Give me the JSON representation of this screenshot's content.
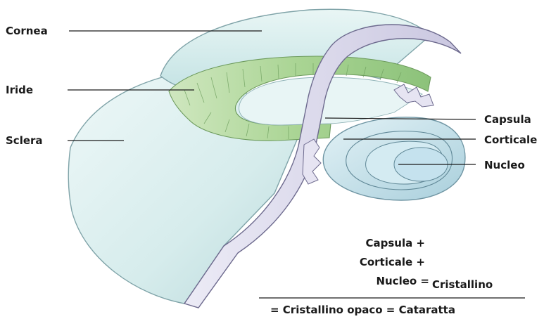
{
  "labels": {
    "cornea": "Cornea",
    "iride": "Iride",
    "sclera": "Sclera",
    "capsula": "Capsula",
    "corticale": "Corticale",
    "nucleo": "Nucleo"
  },
  "formula": {
    "line1": "Capsula +",
    "line2": "Corticale +",
    "line3": "Nucleo =",
    "result": "Cristallino",
    "bottom": "= Cristallino opaco = Cataratta"
  },
  "colors": {
    "sclera": "#dcefef",
    "cornea": "#cfe9ea",
    "iris": "#b9dba6",
    "lens_frame": "#d8d6ea",
    "lens": "#c9e4ee",
    "ink": "#1a1a1a"
  }
}
